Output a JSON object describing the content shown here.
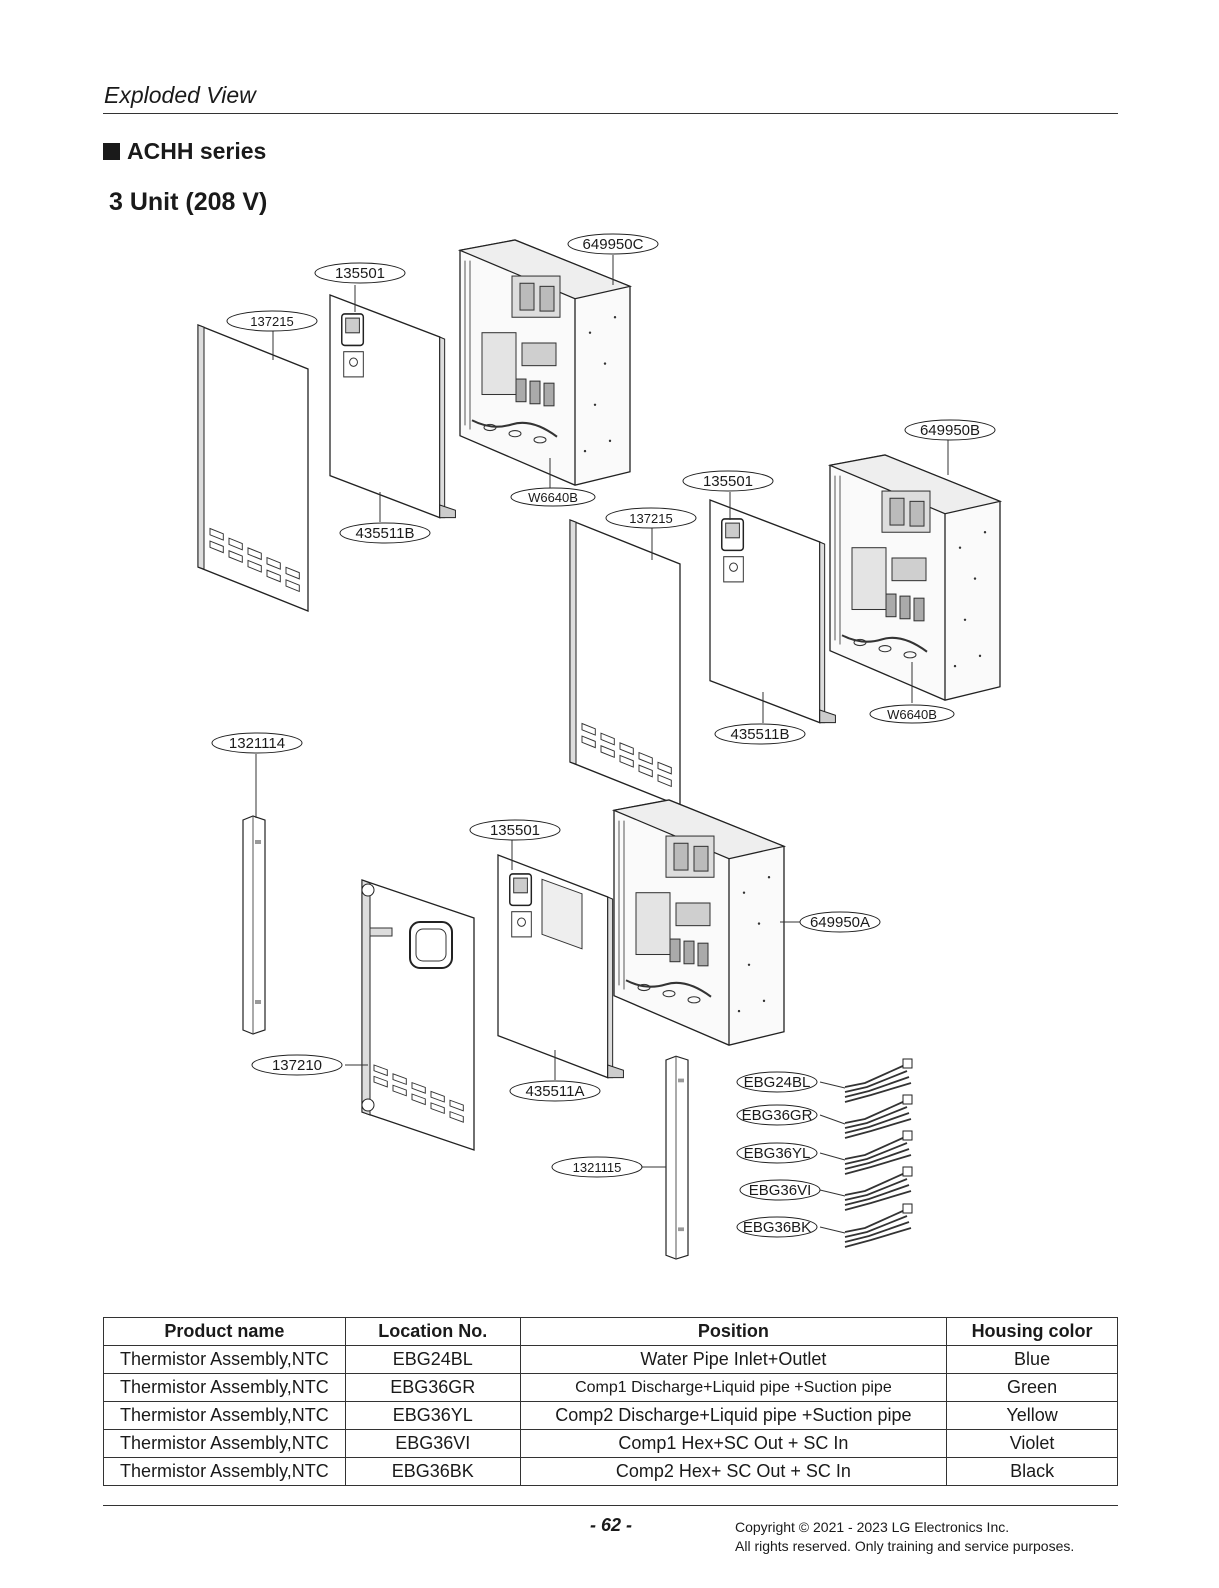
{
  "header": {
    "section_title": "Exploded View"
  },
  "series_title": "ACHH series",
  "unit_title": "3 Unit (208 V)",
  "diagram": {
    "upper_unit": {
      "top_cover": "649950C",
      "panel_front": "135501",
      "door_cover": "137215",
      "panel_rear": "435511B",
      "harness": "W6640B"
    },
    "middle_unit": {
      "top_cover": "649950B",
      "panel_front": "135501",
      "door_cover": "137215",
      "panel_rear": "435511B",
      "harness": "W6640B"
    },
    "lower_unit": {
      "side_rail": "1321114",
      "door": "137210",
      "panel_front": "135501",
      "panel_rear": "435511A",
      "body": "649950A",
      "side_rail_right": "1321115"
    },
    "thermistors": [
      "EBG24BL",
      "EBG36GR",
      "EBG36YL",
      "EBG36VI",
      "EBG36BK"
    ]
  },
  "table": {
    "headers": [
      "Product name",
      "Location No.",
      "Position",
      "Housing color"
    ],
    "rows": [
      [
        "Thermistor Assembly,NTC",
        "EBG24BL",
        "Water Pipe Inlet+Outlet",
        "Blue"
      ],
      [
        "Thermistor Assembly,NTC",
        "EBG36GR",
        "Comp1 Discharge+Liquid pipe +Suction pipe",
        "Green"
      ],
      [
        "Thermistor Assembly,NTC",
        "EBG36YL",
        "Comp2 Discharge+Liquid pipe +Suction pipe",
        "Yellow"
      ],
      [
        "Thermistor Assembly,NTC",
        "EBG36VI",
        "Comp1 Hex+SC Out + SC In",
        "Violet"
      ],
      [
        "Thermistor Assembly,NTC",
        "EBG36BK",
        "Comp2 Hex+ SC Out + SC In",
        "Black"
      ]
    ]
  },
  "footer": {
    "page_number": "- 62 -",
    "copyright_line1": "Copyright © 2021 - 2023 LG Electronics Inc.",
    "copyright_line2": "All rights reserved. Only training and service purposes."
  }
}
